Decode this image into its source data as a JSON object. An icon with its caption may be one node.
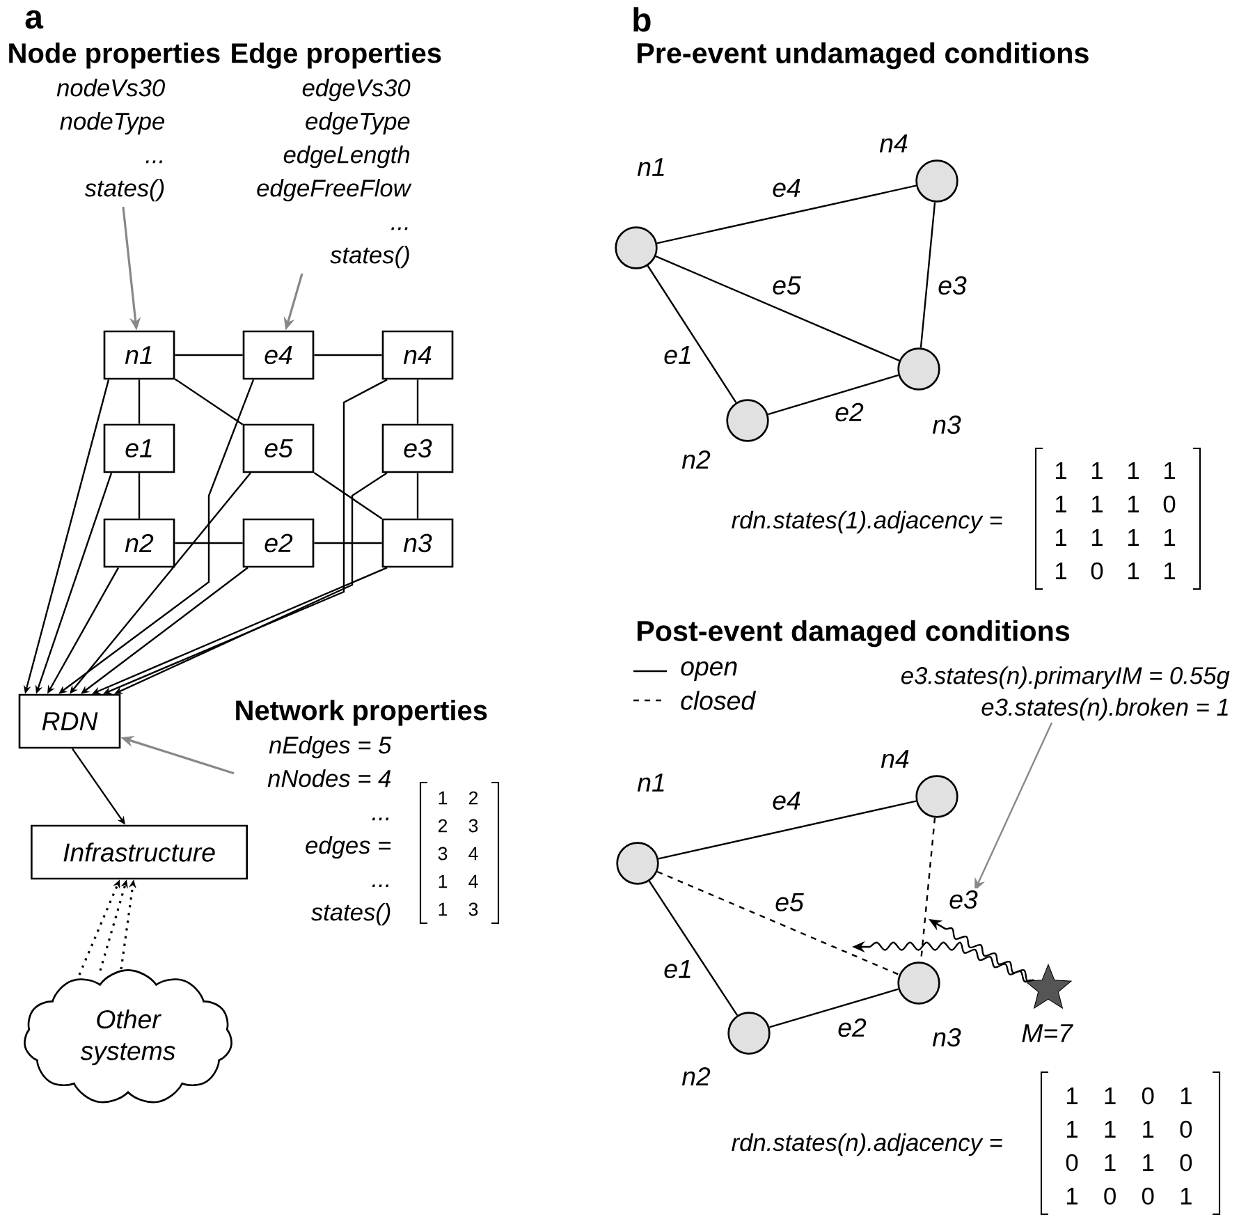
{
  "diagram": {
    "nodes": [
      {
        "text": [
          "Node properties",
          "nodeVs30",
          "nodeType",
          "...",
          "states()"
        ]
      },
      {
        "text": [
          "Edge properties",
          "edgeVs30",
          "edgeType",
          "edgeLength",
          "edgeFreeFlow",
          "...",
          "states()"
        ]
      },
      {
        "text": [
          "n1"
        ]
      },
      {
        "text": [
          "e4"
        ]
      },
      {
        "text": [
          "n4"
        ]
      },
      {
        "text": [
          "e1"
        ]
      },
      {
        "text": [
          "e5"
        ]
      },
      {
        "text": [
          "e3"
        ]
      },
      {
        "text": [
          "n2"
        ]
      },
      {
        "text": [
          "e2"
        ]
      },
      {
        "text": [
          "n3"
        ]
      },
      {
        "text": [
          "RDN"
        ]
      },
      {
        "text": [
          "Network properties",
          "nEdges = 5",
          "nNodes = 4",
          "...",
          "edges =",
          "...",
          "states()"
        ]
      },
      {
        "text": [
          "Infrastructure"
        ]
      },
      {
        "text": [
          "Other systems"
        ]
      },
      {
        "text": [],
        "shape": "circle",
        "beside": [
          "n1"
        ]
      },
      {
        "text": [],
        "shape": "circle",
        "beside": [
          "n2"
        ]
      },
      {
        "text": [],
        "shape": "circle",
        "beside": [
          "n3"
        ]
      },
      {
        "text": [],
        "shape": "circle",
        "beside": [
          "n4"
        ]
      },
      {
        "text": [
          "e3.states(n).primaryIM = 0.55g",
          "e3.states(n).broken = 1"
        ]
      },
      {
        "text": [],
        "shape": "circle",
        "beside": [
          "n1"
        ]
      },
      {
        "text": [],
        "shape": "circle",
        "beside": [
          "n2"
        ]
      },
      {
        "text": [],
        "shape": "circle",
        "beside": [
          "n3"
        ]
      },
      {
        "text": [],
        "shape": "circle",
        "beside": [
          "n4"
        ]
      },
      {
        "text": [],
        "shape": "star",
        "beside": [
          "M=7"
        ]
      }
    ],
    "edges": [
      {
        "from": 0,
        "to": 2,
        "arrow": "to",
        "color": "#888888"
      },
      {
        "from": 1,
        "to": 3,
        "arrow": "to",
        "color": "#888888"
      },
      {
        "from": 12,
        "to": 11,
        "arrow": "to",
        "color": "#888888"
      },
      {
        "from": 2,
        "to": 3,
        "arrow": "none"
      },
      {
        "from": 3,
        "to": 4,
        "arrow": "none"
      },
      {
        "from": 2,
        "to": 5,
        "arrow": "none"
      },
      {
        "from": 5,
        "to": 8,
        "arrow": "none"
      },
      {
        "from": 2,
        "to": 6,
        "arrow": "none"
      },
      {
        "from": 6,
        "to": 10,
        "arrow": "none"
      },
      {
        "from": 4,
        "to": 7,
        "arrow": "none"
      },
      {
        "from": 7,
        "to": 10,
        "arrow": "none"
      },
      {
        "from": 8,
        "to": 9,
        "arrow": "none"
      },
      {
        "from": 9,
        "to": 10,
        "arrow": "none"
      },
      {
        "from": 2,
        "to": 11,
        "arrow": "to"
      },
      {
        "from": 5,
        "to": 11,
        "arrow": "to"
      },
      {
        "from": 8,
        "to": 11,
        "arrow": "to"
      },
      {
        "from": 3,
        "to": 11,
        "arrow": "to"
      },
      {
        "from": 6,
        "to": 11,
        "arrow": "to"
      },
      {
        "from": 9,
        "to": 11,
        "arrow": "to"
      },
      {
        "from": 10,
        "to": 11,
        "arrow": "to"
      },
      {
        "from": 4,
        "to": 11,
        "arrow": "to"
      },
      {
        "from": 7,
        "to": 11,
        "arrow": "to"
      },
      {
        "from": 11,
        "to": 13,
        "arrow": "to"
      },
      {
        "from": 14,
        "to": 13,
        "arrow": "to",
        "style": "dashed"
      },
      {
        "from": 14,
        "to": 13,
        "arrow": "to",
        "style": "dashed"
      },
      {
        "from": 14,
        "to": 13,
        "arrow": "to",
        "style": "dashed"
      },
      {
        "from": 15,
        "to": 18,
        "arrow": "none",
        "label": "e4"
      },
      {
        "from": 15,
        "to": 17,
        "arrow": "none",
        "label": "e5"
      },
      {
        "from": 18,
        "to": 17,
        "arrow": "none",
        "label": "e3"
      },
      {
        "from": 15,
        "to": 16,
        "arrow": "none",
        "label": "e1"
      },
      {
        "from": 16,
        "to": 17,
        "arrow": "none",
        "label": "e2"
      },
      {
        "from": 20,
        "to": 23,
        "arrow": "none",
        "label": "e4"
      },
      {
        "from": 20,
        "to": 22,
        "arrow": "none",
        "label": "e5",
        "style": "dashed"
      },
      {
        "from": 23,
        "to": 22,
        "arrow": "none",
        "label": "e3",
        "style": "dashed"
      },
      {
        "from": 20,
        "to": 21,
        "arrow": "none",
        "label": "e1"
      },
      {
        "from": 21,
        "to": 22,
        "arrow": "none",
        "label": "e2"
      },
      {
        "from": 19,
        "to": null,
        "arrow": "to",
        "color": "#888888"
      },
      {
        "from": 24,
        "to": null,
        "arrow": "to"
      },
      {
        "from": 24,
        "to": null,
        "arrow": "to"
      }
    ],
    "labels": [
      "a",
      "b",
      "Pre-event undamaged conditions",
      "rdn.states(1).adjacency =",
      "1",
      "1",
      "1",
      "1",
      "1",
      "1",
      "1",
      "0",
      "1",
      "1",
      "1",
      "1",
      "1",
      "0",
      "1",
      "1",
      "1",
      "2",
      "2",
      "3",
      "3",
      "4",
      "1",
      "4",
      "1",
      "3",
      "Post-event damaged conditions",
      "rdn.states(n).adjacency =",
      "1",
      "1",
      "0",
      "1",
      "1",
      "1",
      "1",
      "0",
      "0",
      "1",
      "1",
      "0",
      "1",
      "0",
      "0",
      "1"
    ],
    "legend": [
      {
        "text": "open"
      },
      {
        "text": "closed"
      }
    ]
  }
}
